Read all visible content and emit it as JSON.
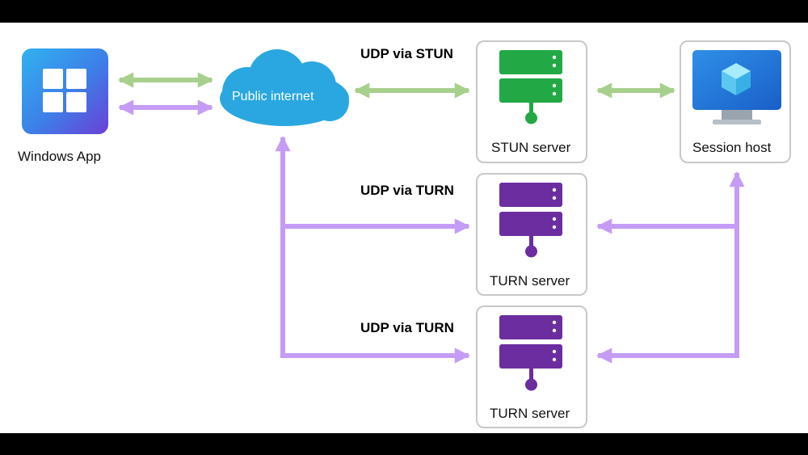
{
  "nodes": {
    "client": {
      "label": "Windows App",
      "icon": "windows-app-icon"
    },
    "internet": {
      "label": "Public internet",
      "icon": "cloud-icon"
    },
    "stun": {
      "label": "STUN server",
      "icon": "server-icon",
      "color": "#22a845"
    },
    "turn1": {
      "label": "TURN server",
      "icon": "server-icon",
      "color": "#6b2d9f"
    },
    "turn2": {
      "label": "TURN server",
      "icon": "server-icon",
      "color": "#6b2d9f"
    },
    "host": {
      "label": "Session host",
      "icon": "monitor-icon"
    }
  },
  "connections": {
    "stun_label": "UDP via STUN",
    "turn1_label": "UDP via TURN",
    "turn2_label": "UDP via TURN"
  },
  "colors": {
    "green_arrow": "#a8d08d",
    "purple_arrow": "#c59cf5",
    "cloud": "#2aa7e0",
    "box_border": "#c8c8c8"
  }
}
